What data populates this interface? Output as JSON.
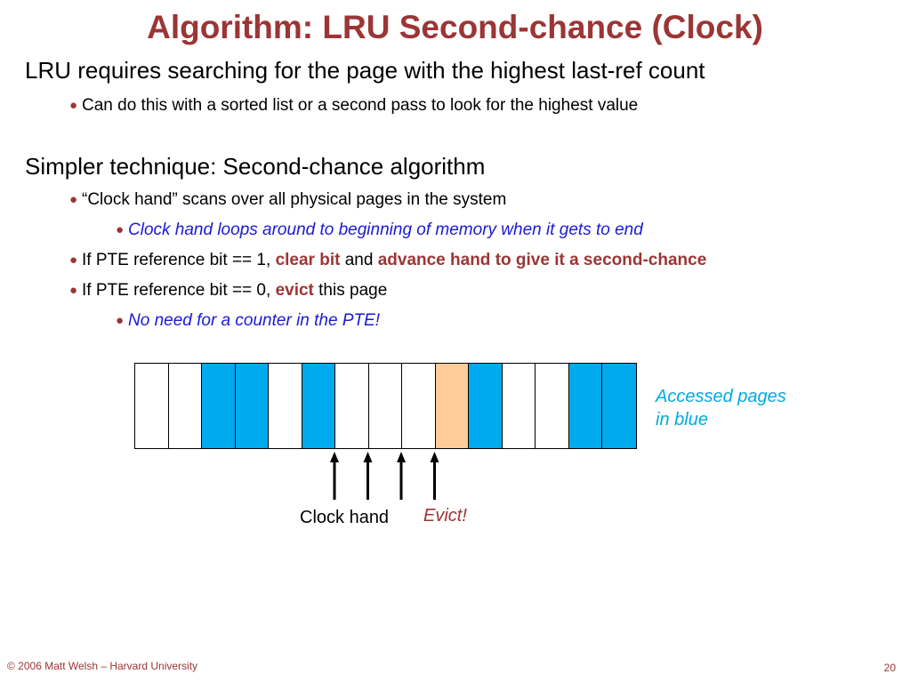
{
  "title": "Algorithm: LRU Second-chance (Clock)",
  "bullets": {
    "b1": "LRU requires searching for the page with the highest last-ref count",
    "b1_1": "Can do this with a sorted list or a second pass to look for the highest value",
    "b2": "Simpler technique: Second-chance algorithm",
    "b2_1": "“Clock hand” scans over all physical pages in the system",
    "b2_1_1": "Clock hand loops around to beginning of memory when it gets to end",
    "b2_2": {
      "pre": "If PTE reference bit == 1, ",
      "hl1": "clear bit",
      "mid": " and ",
      "hl2": "advance hand to give it a second-chance"
    },
    "b2_3": {
      "pre": "If PTE reference bit == 0, ",
      "hl": "evict",
      "post": " this page"
    },
    "b2_3_1": "No need for a counter in the PTE!"
  },
  "diagram": {
    "pages": [
      "white",
      "white",
      "blue",
      "blue",
      "white",
      "blue",
      "white",
      "white",
      "white",
      "orange",
      "blue",
      "white",
      "white",
      "blue",
      "blue"
    ],
    "colors": {
      "white": "#ffffff",
      "blue": "#00aaee",
      "orange": "#ffcc99"
    },
    "hand_positions": [
      6,
      7,
      8,
      9
    ],
    "legend_line1": "Accessed pages",
    "legend_line2": "in blue",
    "clock_hand_label": "Clock hand",
    "evict_label": "Evict!"
  },
  "footer": "© 2006 Matt Welsh – Harvard University",
  "page_number": "20"
}
